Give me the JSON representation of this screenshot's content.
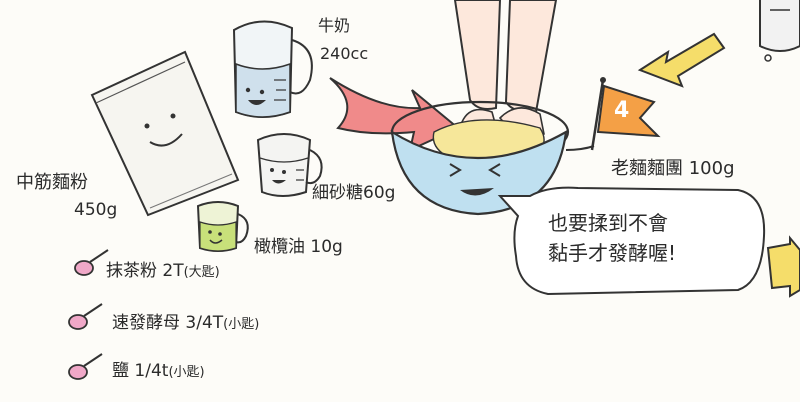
{
  "ingredients": {
    "flour": {
      "name": "中筋麵粉",
      "amount": "450g"
    },
    "milk": {
      "name": "牛奶",
      "amount": "240cc"
    },
    "sugar": {
      "name": "細砂糖",
      "amount": "60g"
    },
    "oil": {
      "name": "橄欖油",
      "amount": "10g"
    },
    "old_dough": {
      "name": "老麵麵團",
      "amount": "100g"
    },
    "matcha": {
      "name": "抹茶粉",
      "amount": "2T",
      "unit": "(大匙)"
    },
    "yeast": {
      "name": "速發酵母",
      "amount": "3/4T",
      "unit": "(小匙)"
    },
    "salt": {
      "name": "鹽",
      "amount": "1/4t",
      "unit": "(小匙)"
    }
  },
  "step": {
    "number": "4"
  },
  "bubble": {
    "line1": "也要揉到不會",
    "line2": "黏手才發酵喔!"
  },
  "colors": {
    "bowl": "#bfe0f0",
    "dough": "#f6e79a",
    "arrow_red": "#f08a8a",
    "arrow_yellow": "#f5dd6a",
    "spoon_pink": "#f0a8c8",
    "flag_orange": "#f4a046",
    "oil_green": "#c8e07a"
  }
}
